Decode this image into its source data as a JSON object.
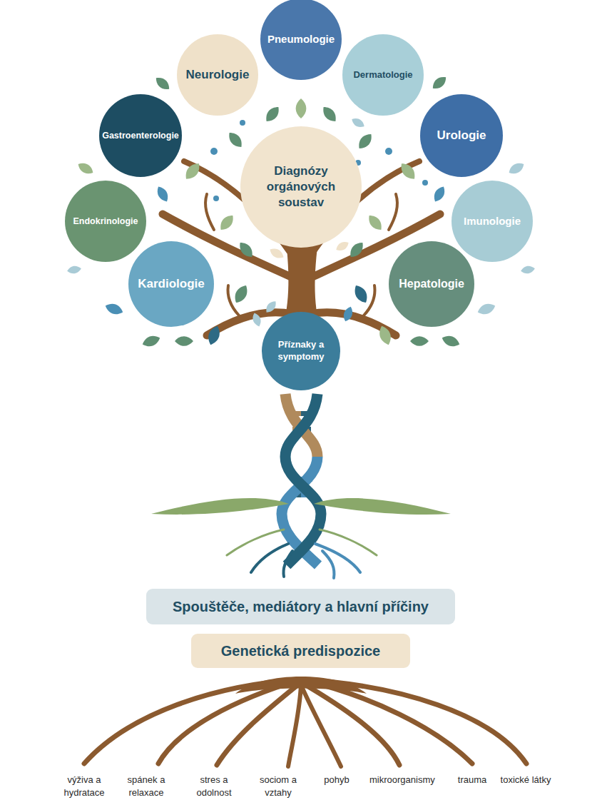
{
  "diagram": {
    "nodes": [
      {
        "text": [
          "Pneumologie"
        ]
      },
      {
        "text": [
          "Neurologie"
        ]
      },
      {
        "text": [
          "Dermatologie"
        ]
      },
      {
        "text": [
          "Gastroenterologie"
        ]
      },
      {
        "text": [
          "Urologie"
        ]
      },
      {
        "text": [
          "Diagnózy orgánových soustav"
        ]
      },
      {
        "text": [
          "Endokrinologie"
        ]
      },
      {
        "text": [
          "Imunologie"
        ]
      },
      {
        "text": [
          "Kardiologie"
        ]
      },
      {
        "text": [
          "Hepatologie"
        ]
      },
      {
        "text": [
          "Příznaky a symptomy"
        ]
      },
      {
        "text": [
          "Spouštěče, mediátory a hlavní příčiny"
        ]
      },
      {
        "text": [
          "Genetická predispozice"
        ]
      }
    ],
    "labels": [
      "výživa a hydratace",
      "spánek a relaxace",
      "stres a odolnost",
      "sociom a vztahy",
      "pohyb",
      "mikroorganismy",
      "trauma",
      "toxické látky"
    ]
  }
}
